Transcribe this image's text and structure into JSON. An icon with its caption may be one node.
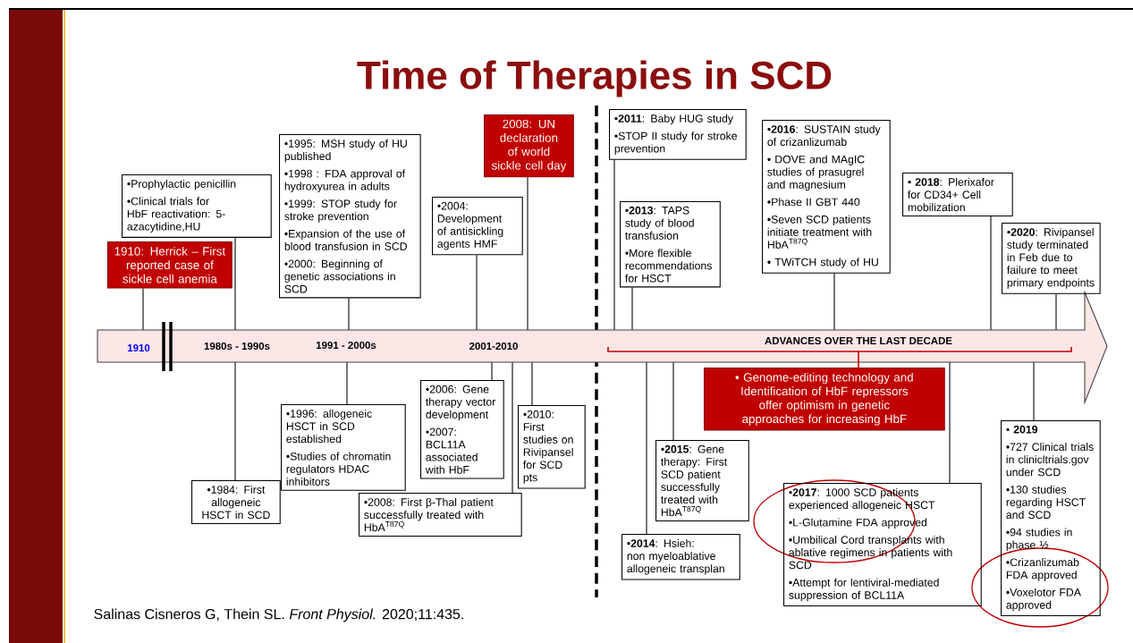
{
  "diagram": {
    "title": "Time of Therapies in SCD",
    "caption": "Salinas Cisneros G, Thein SL. *Front Physiol.* 2020;11:435.",
    "nodes": [
      {
        "text": [
          "1910",
          "1980s - 1990s",
          "1991 - 2000s",
          "2001-2010",
          "ADVANCES OVER THE LAST DECADE"
        ]
      },
      {
        "text": [
          "1910: Herrick – First reported case of sickle cell anemia"
        ]
      },
      {
        "text": [
          "•Prophylactic penicillin",
          "•Clinical trials for HbF reactivation: 5-azacytidine,HU"
        ]
      },
      {
        "text": [
          "•1995: MSH study of HU published",
          "•1998 : FDA approval of hydroxyurea in adults",
          "•1999: STOP study for stroke prevention",
          "•Expansion of the use of blood transfusion in SCD",
          "•2000: Beginning of genetic associations in SCD"
        ]
      },
      {
        "text": [
          "•2004: Development of antisickling agents HMF"
        ]
      },
      {
        "text": [
          "2008: UN declaration of world sickle cell day"
        ]
      },
      {
        "text": [
          "•**2011**: Baby HUG study",
          "•STOP II study for stroke prevention"
        ]
      },
      {
        "text": [
          "•**2013**: TAPS study of blood transfusion",
          "•More flexible recommendations for HSCT"
        ]
      },
      {
        "text": [
          "•**2016**: SUSTAIN study of crizanlizumab",
          "• DOVE and MAgIC studies of prasugrel and magnesium",
          "•Phase II GBT 440",
          "•Seven SCD patients initiate treatment with HbA$^{T87Q}$",
          "• TWiTCH study of HU"
        ]
      },
      {
        "text": [
          "• **2018**: Plerixafor for CD34+ Cell mobilization"
        ]
      },
      {
        "text": [
          "•**2020**: Rivipansel study terminated in Feb due to failure to meet primary endpoints"
        ]
      },
      {
        "text": [
          "•1984: First allogeneic HSCT in SCD"
        ]
      },
      {
        "text": [
          "•1996: allogeneic HSCT in SCD established",
          "•Studies of chromatin regulators HDAC inhibitors"
        ]
      },
      {
        "text": [
          "•2006: Gene therapy vector development",
          "•2007: BCL11A associated with HbF"
        ]
      },
      {
        "text": [
          "•2008: First β-Thal patient successfully treated with HbA$^{T87Q}$"
        ]
      },
      {
        "text": [
          "•2010: First studies on Rivipansel for SCD pts"
        ]
      },
      {
        "text": [
          "• Genome-editing technology and Identification of HbF repressors offer optimism in genetic approaches for increasing HbF"
        ]
      },
      {
        "text": [
          "•**2015**: Gene therapy: First SCD patient successfully treated with HbA$^{T87Q}$"
        ]
      },
      {
        "text": [
          "•**2014**: Hsieh: non myeloablative allogeneic transplan"
        ]
      },
      {
        "text": [
          "•**2017**: 1000 SCD patients experienced allogeneic HSCT",
          "•L-Glutamine FDA approved",
          "•Umbilical Cord transplants with ablative regimens in patients with SCD",
          "•Attempt for lentiviral-mediated suppression of BCL11A"
        ]
      },
      {
        "text": [
          "• **2019**",
          "•727 Clinical trials in clinicltrials.gov under SCD",
          "•130 studies regarding HSCT and SCD",
          "•94 studies in phase ½",
          "•Crizanlizumab FDA approved",
          "•Voxelotor FDA approved"
        ]
      }
    ],
    "edges": [
      {
        "from": 1,
        "to": 0,
        "arrow": "none"
      },
      {
        "from": 2,
        "to": 0,
        "arrow": "none"
      },
      {
        "from": 3,
        "to": 0,
        "arrow": "none"
      },
      {
        "from": 4,
        "to": 0,
        "arrow": "none"
      },
      {
        "from": 5,
        "to": 0,
        "arrow": "none"
      },
      {
        "from": 6,
        "to": 0,
        "arrow": "none"
      },
      {
        "from": 7,
        "to": 0,
        "arrow": "none"
      },
      {
        "from": 8,
        "to": 0,
        "arrow": "none"
      },
      {
        "from": 9,
        "to": 0,
        "arrow": "none"
      },
      {
        "from": 10,
        "to": 0,
        "arrow": "none"
      },
      {
        "from": 11,
        "to": 0,
        "arrow": "none"
      },
      {
        "from": 12,
        "to": 0,
        "arrow": "none"
      },
      {
        "from": 13,
        "to": 0,
        "arrow": "none"
      },
      {
        "from": 14,
        "to": 0,
        "arrow": "none"
      },
      {
        "from": 15,
        "to": 0,
        "arrow": "none"
      },
      {
        "from": 0,
        "to": 16,
        "arrow": "none",
        "color": "#c00000"
      },
      {
        "from": 17,
        "to": 0,
        "arrow": "none"
      },
      {
        "from": 18,
        "to": 0,
        "arrow": "none"
      },
      {
        "from": 19,
        "to": 0,
        "arrow": "none"
      },
      {
        "from": 20,
        "to": 0,
        "arrow": "none"
      }
    ]
  }
}
